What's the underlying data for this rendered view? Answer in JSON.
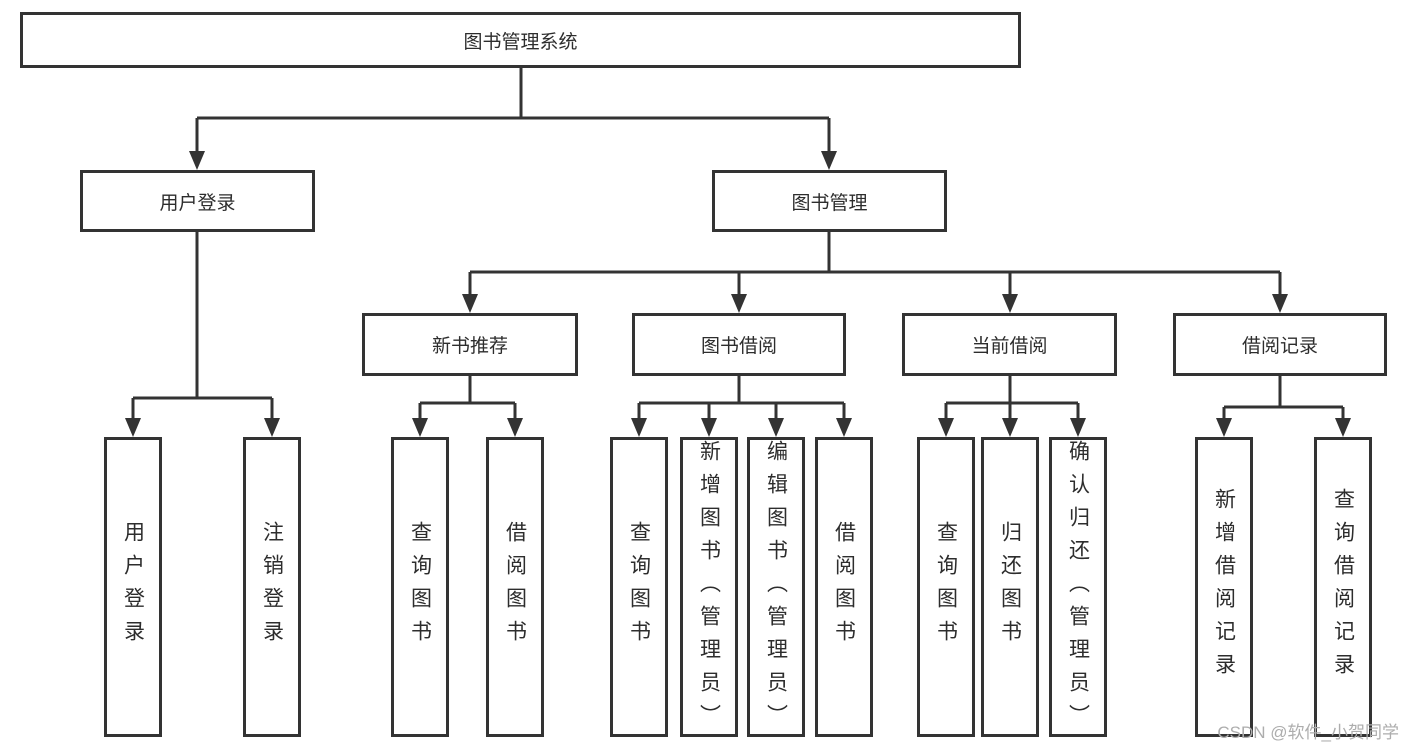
{
  "nodes": {
    "root": "图书管理系统",
    "user_login": "用户登录",
    "book_management": "图书管理",
    "new_book_recommend": "新书推荐",
    "book_borrow": "图书借阅",
    "current_borrow": "当前借阅",
    "borrow_records": "借阅记录",
    "leaf_user_login": "用户登录",
    "leaf_logout_login": "注销登录",
    "leaf_nbr_query_books": "查询图书",
    "leaf_nbr_borrow_books": "借阅图书",
    "leaf_bb_query_books": "查询图书",
    "leaf_bb_add_books": "新增图书（管理员）",
    "leaf_bb_edit_books": "编辑图书（管理员）",
    "leaf_bb_borrow_books": "借阅图书",
    "leaf_cb_query_books": "查询图书",
    "leaf_cb_return_books": "归还图书",
    "leaf_cb_confirm_return": "确认归还（管理员）",
    "leaf_br_add_record": "新增借阅记录",
    "leaf_br_query_record": "查询借阅记录"
  },
  "watermark": "CSDN @软件_小贺同学",
  "colors": {
    "line": "#333333",
    "text": "#2d2d2d",
    "background": "#ffffff",
    "watermark": "#adadad"
  }
}
